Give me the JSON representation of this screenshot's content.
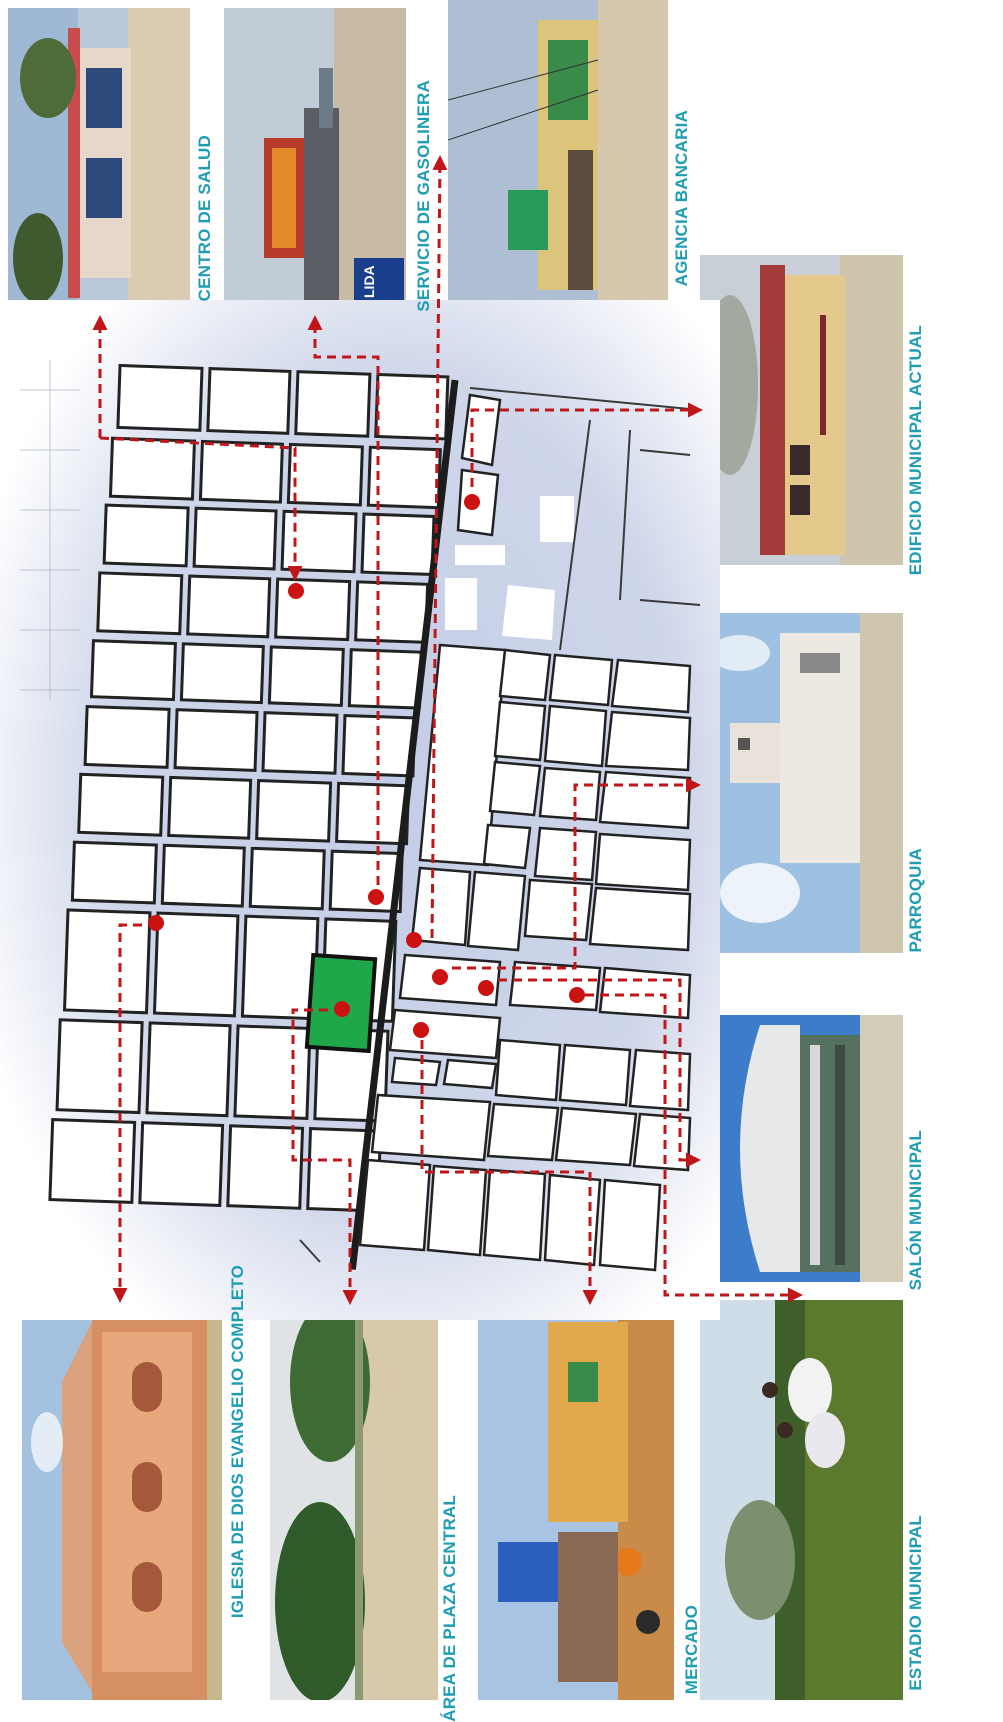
{
  "labels": {
    "centro_salud": "CENTRO DE SALUD",
    "gasolinera": "SERVICIO DE GASOLINERA",
    "agencia": "AGENCIA BANCARIA",
    "edificio": "EDIFICIO MUNICIPAL  ACTUAL",
    "parroquia": "PARROQUIA",
    "salon": "SALÓN MUNICIPAL",
    "estadio": "ESTADIO MUNICIPAL",
    "mercado": "MERCADO",
    "plaza": "ÁREA DE PLAZA CENTRAL",
    "iglesia": "IGLESIA DE DIOS EVANGELIO COMPLETO"
  },
  "photos": {
    "gasolinera_sign": "LIDA"
  },
  "colors": {
    "label": "#1f9db3",
    "marker": "#cc1111",
    "arrow": "#c0161a",
    "plaza_fill": "#1fa84a",
    "map_bg": "#c9d2e8",
    "street": "#2a2a2a",
    "block": "#ffffff"
  }
}
